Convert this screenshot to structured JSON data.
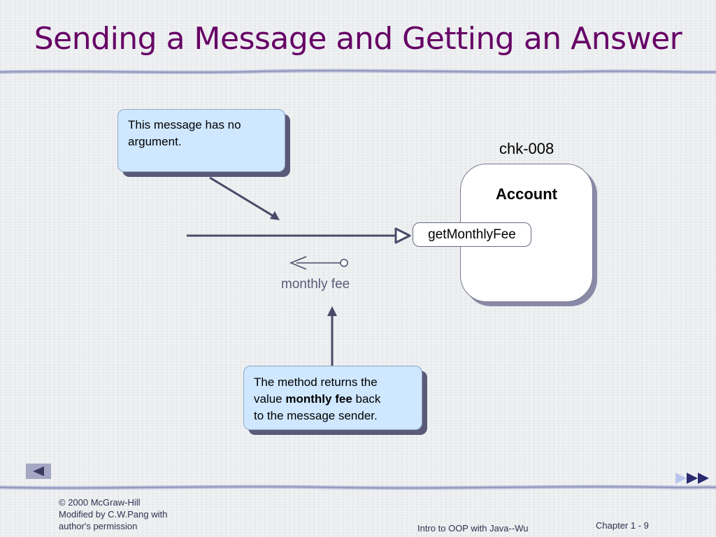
{
  "slide": {
    "title": "Sending a Message and Getting an Answer"
  },
  "callout_top": {
    "line1": "This message has no",
    "line2": "argument."
  },
  "callout_bottom": {
    "line1": "The method returns the",
    "line2_pre": "value ",
    "line2_bold": "monthly fee",
    "line2_post": " back",
    "line3": "to the message sender."
  },
  "object": {
    "instance_name": "chk-008",
    "class_name": "Account",
    "method_name": "getMonthlyFee",
    "answer_label": "monthly fee"
  },
  "footer": {
    "copyright_line1": "© 2000 McGraw-Hill",
    "copyright_line2": "Modified by C.W.Pang with",
    "copyright_line3": "author's permission",
    "course": "Intro to OOP with Java--Wu",
    "chapter": "Chapter 1 - 9"
  },
  "colors": {
    "title": "#660066",
    "callout_fill": "#cfe7ff",
    "shadow": "#5a5a78",
    "arrow": "#4a4a68"
  }
}
